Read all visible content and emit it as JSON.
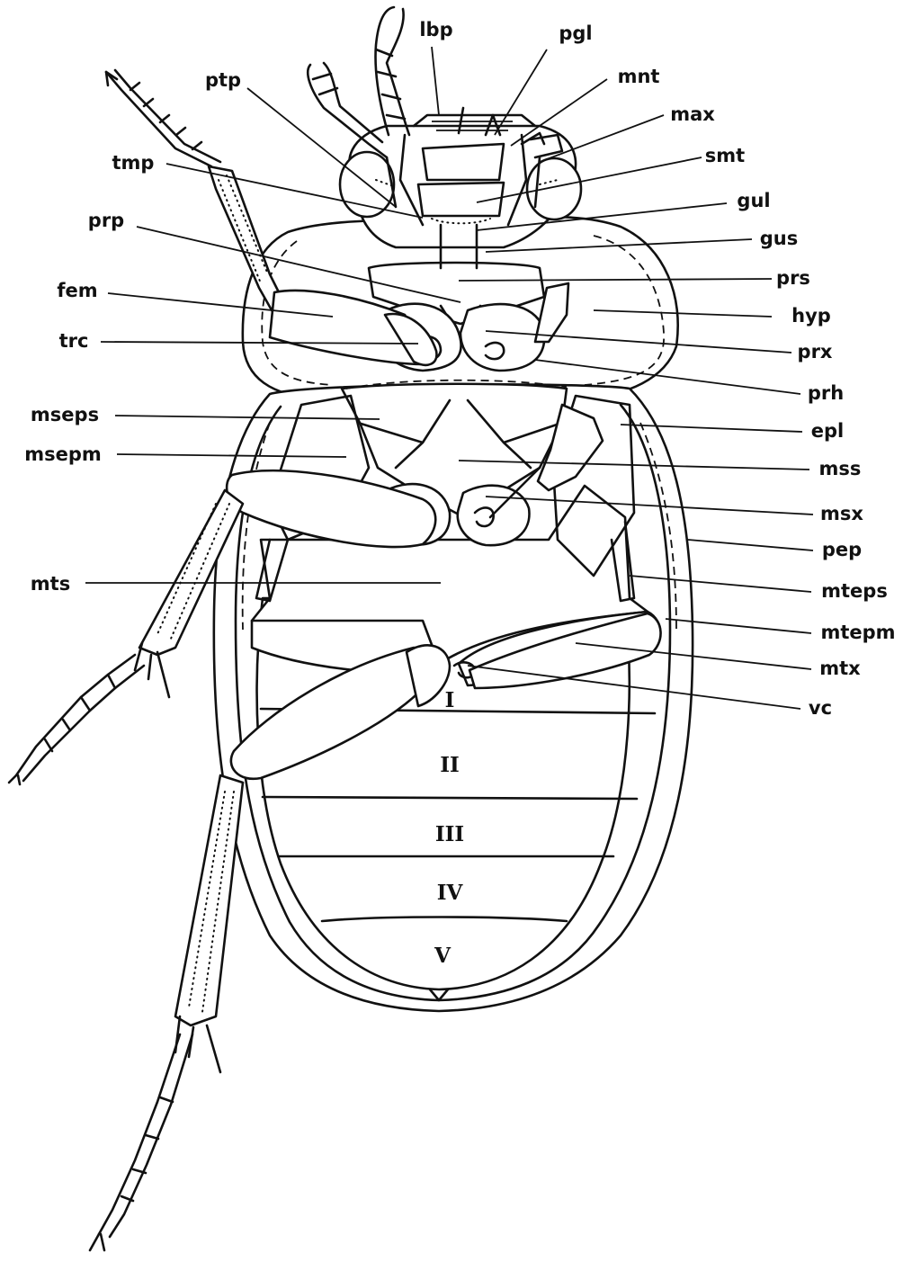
{
  "labels": {
    "lbp": "lbp",
    "pgl": "pgl",
    "mnt": "mnt",
    "max": "max",
    "smt": "smt",
    "gul": "gul",
    "gus": "gus",
    "prs": "prs",
    "hyp": "hyp",
    "prx": "prx",
    "prh": "prh",
    "epl": "epl",
    "mss": "mss",
    "msx": "msx",
    "pep": "pep",
    "mteps": "mteps",
    "mtepm": "mtepm",
    "mtx": "mtx",
    "vc": "vc",
    "ptp": "ptp",
    "tmp": "tmp",
    "prp": "prp",
    "fem": "fem",
    "trc": "trc",
    "mseps": "mseps",
    "msepm": "msepm",
    "mts": "mts"
  },
  "segments": [
    "I",
    "II",
    "III",
    "IV",
    "V"
  ]
}
